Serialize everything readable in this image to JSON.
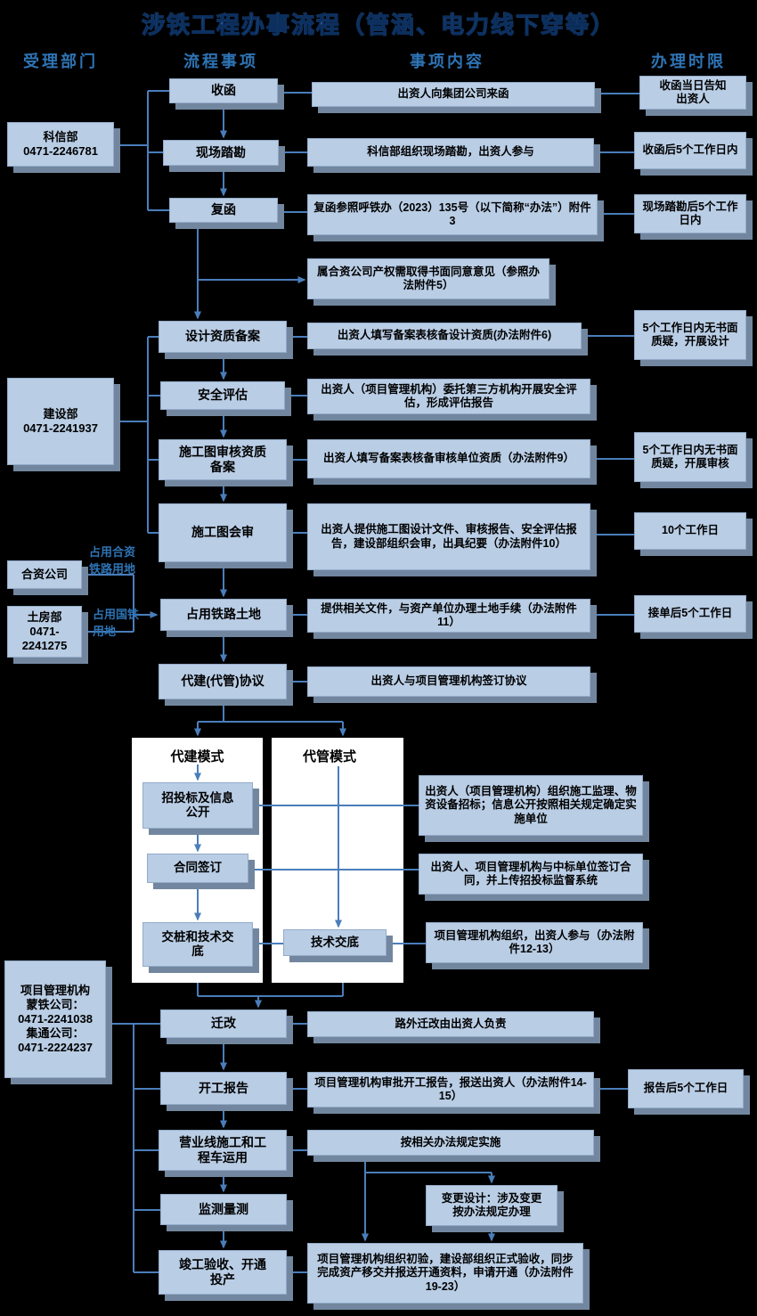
{
  "title": "涉铁工程办事流程（管涵、电力线下穿等）",
  "headers": {
    "dept": "受理部门",
    "process": "流程事项",
    "content": "事项内容",
    "time": "办理时限"
  },
  "departments": {
    "kexin": "科信部\n0471-2246781",
    "jianshe": "建设部\n0471-2241937",
    "hezi": "合资公司",
    "tufang": "土房部\n0471-\n2241275",
    "xiangmu": "项目管理机构\n蒙铁公司：\n0471-2241038\n集通公司：\n0471-2224237"
  },
  "process": {
    "shouhan": "收函",
    "takan": "现场踏勘",
    "fuhan": "复函",
    "sheji": "设计资质备案",
    "anquan": "安全评估",
    "shentu": "施工图审核资质\n备案",
    "huishen": "施工图会审",
    "zhandi": "占用铁路土地",
    "xieyi": "代建(代管)协议",
    "qiangai": "迁改",
    "kaigong": "开工报告",
    "yingye": "营业线施工和工\n程车运用",
    "jiance": "监测量测",
    "jungong": "竣工验收、开通\n投产"
  },
  "modes": {
    "daijian_title": "代建模式",
    "daiguan_title": "代管模式",
    "zhaobiao": "招投标及信息\n公开",
    "hetong": "合同签订",
    "jiaozhuang": "交桩和技术交\n底",
    "jishu": "技术交底"
  },
  "content": {
    "c1": "出资人向集团公司来函",
    "c2": "科信部组织现场踏勘，出资人参与",
    "c3": "复函参照呼铁办（2023）135号（以下简称“办法”）附件3",
    "c4": "属合资公司产权需取得书面同意意见（参照办法附件5）",
    "c5": "出资人填写备案表核备设计资质(办法附件6)",
    "c6": "出资人（项目管理机构）委托第三方机构开展安全评估，形成评估报告",
    "c7": "出资人填写备案表核备审核单位资质（办法附件9）",
    "c8": "出资人提供施工图设计文件、审核报告、安全评估报告，建设部组织会审，出具纪要（办法附件10）",
    "c9": "提供相关文件，与资产单位办理土地手续（办法附件11）",
    "c10": "出资人与项目管理机构签订协议",
    "c11": "出资人（项目管理机构）组织施工监理、物资设备招标；信息公开按照相关规定确定实施单位",
    "c12": "出资人、项目管理机构与中标单位签订合同，并上传招投标监督系统",
    "c13": "项目管理机构组织，出资人参与（办法附件12-13）",
    "c14": "路外迁改由出资人负责",
    "c15": "项目管理机构审批开工报告，报送出资人（办法附件14-15）",
    "c16": "按相关办法规定实施",
    "c17": "变更设计：涉及变更\n按办法规定办理",
    "c18": "项目管理机构组织初验，建设部组织正式验收，同步完成资产移交并报送开通资料，申请开通（办法附件19-23）"
  },
  "time": {
    "t1": "收函当日告知\n出资人",
    "t2": "收函后5个工作日内",
    "t3": "现场踏勘后5个工作日内",
    "t4": "5个工作日内无书面质疑，开展设计",
    "t5": "5个工作日内无书面质疑，开展审核",
    "t6": "10个工作日",
    "t7": "接单后5个工作日",
    "t8": "报告后5个工作日"
  },
  "edge_labels": {
    "hezi": "占用合资\n铁路用地",
    "guotie": "占用国铁\n用地"
  },
  "colors": {
    "box_fill": "#b9cde5",
    "box_shadow": "#72879f",
    "connector": "#4a7ebb",
    "header_text": "#2e74b5",
    "background": "#000000"
  }
}
